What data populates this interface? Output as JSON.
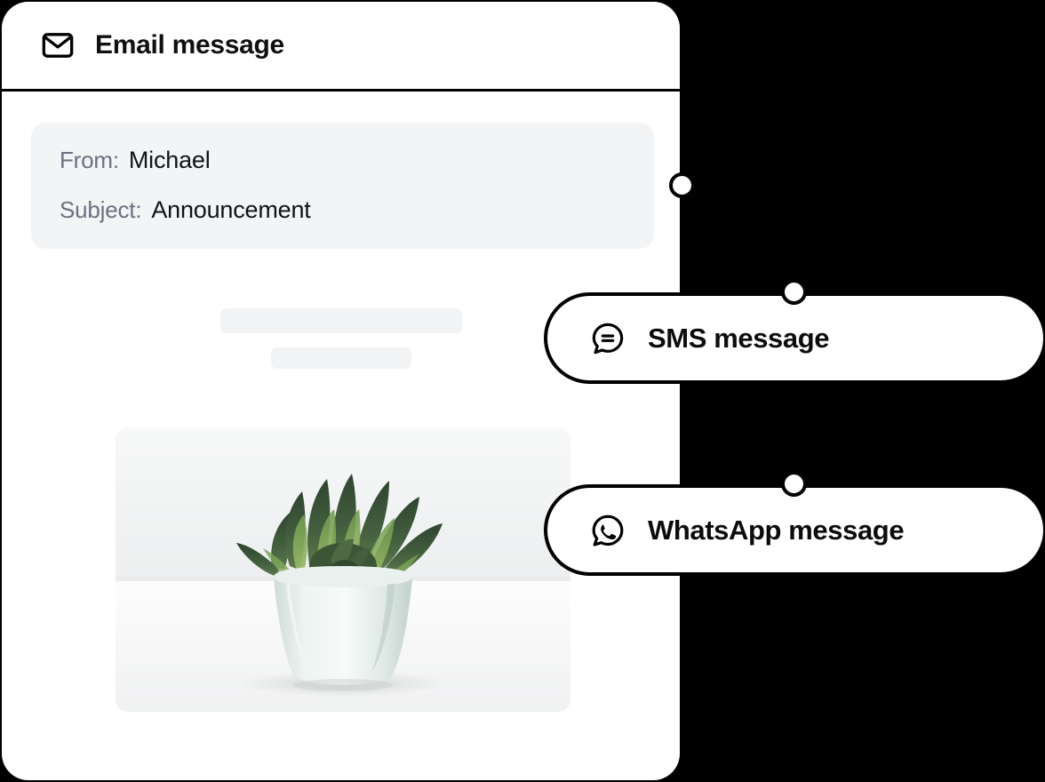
{
  "background_color": "#000000",
  "email_panel": {
    "header": {
      "icon": "envelope-icon",
      "title": "Email message"
    },
    "meta": {
      "from_label": "From:",
      "from_value": "Michael",
      "subject_label": "Subject:",
      "subject_value": "Announcement"
    },
    "body": {
      "skeleton_lines": 2,
      "image_alt": "Potted haworthia succulent plant in a pale mint ceramic pot on a white surface"
    }
  },
  "channel_cards": [
    {
      "id": "sms",
      "icon": "sms-chat-bubble-icon",
      "label": "SMS message"
    },
    {
      "id": "whatsapp",
      "icon": "whatsapp-icon",
      "label": "WhatsApp message"
    }
  ],
  "connectors": [
    {
      "id": "email-connector-dot"
    },
    {
      "id": "sms-connector-dot"
    },
    {
      "id": "whatsapp-connector-dot"
    }
  ],
  "colors": {
    "panel_background": "#ffffff",
    "outline": "#000000",
    "meta_block_background": "#f2f4f6",
    "meta_label_text": "#6b7280",
    "meta_value_text": "#111317",
    "skeleton": "#f2f3f5"
  }
}
